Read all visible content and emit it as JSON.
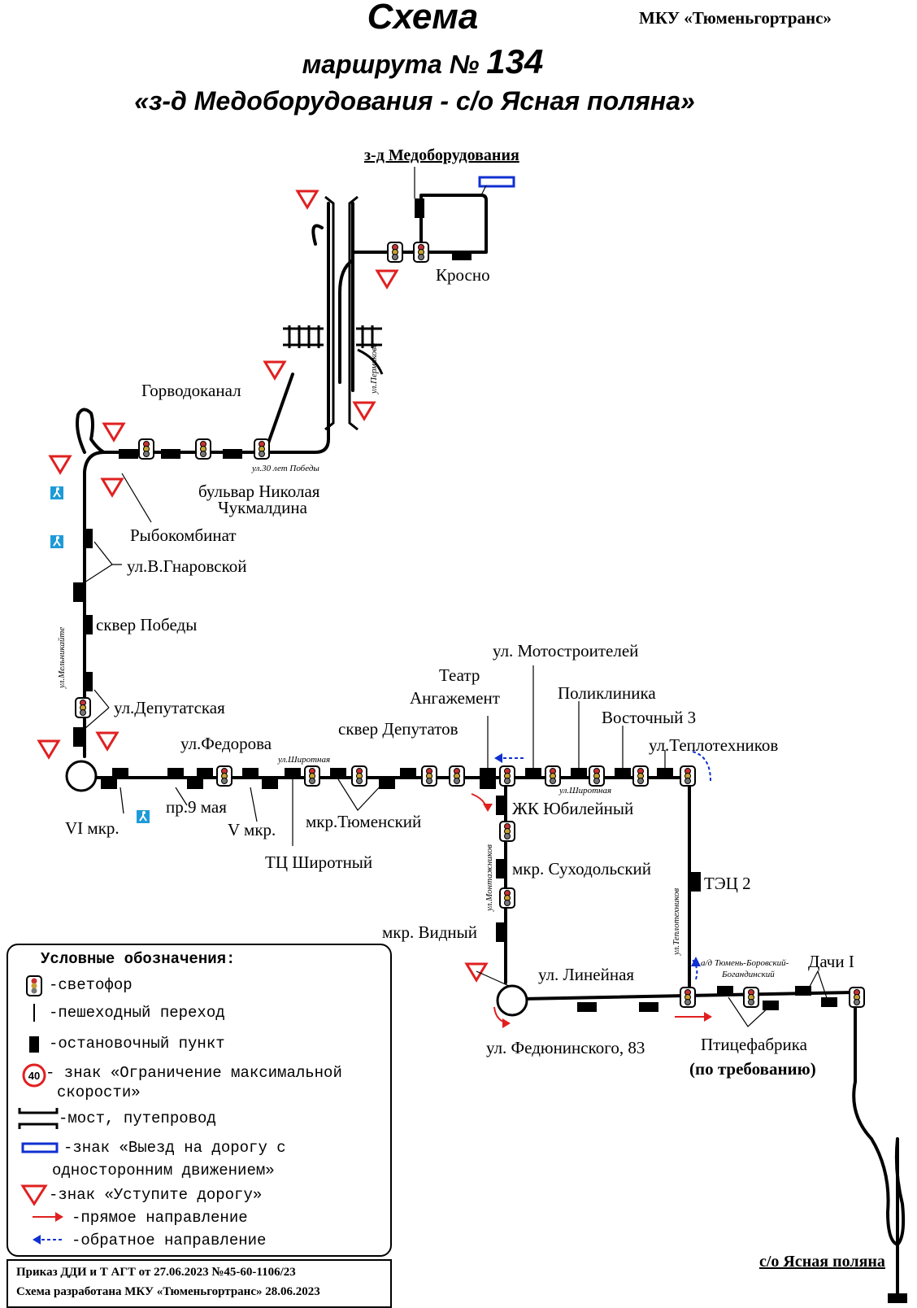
{
  "header": {
    "title_line1": "Схема",
    "title_line2_prefix": "маршрута №",
    "route_number": "134",
    "title_line3": "«з-д Медоборудования - с/о Ясная поляна»",
    "org": "МКУ «Тюменьгортранс»"
  },
  "terminals": {
    "start": "з-д Медоборудования",
    "end": "с/о Ясная поляна"
  },
  "stops": {
    "krosno": "Кросно",
    "gorvodokanal": "Горводоканал",
    "bulvar1": "бульвар Николая",
    "bulvar2": "Чукмалдина",
    "rybokombinat": "Рыбокомбинат",
    "gnarovskoy": "ул.В.Гнаровской",
    "skver_pobedy": "сквер Победы",
    "deputatskaya": "ул.Депутатская",
    "fedorova": "ул.Федорова",
    "vi_mkr": "VI мкр.",
    "pr9maya": "пр.9 мая",
    "v_mkr": "V мкр.",
    "tc_shirotny": "ТЦ Широтный",
    "mkr_tyumensky": "мкр.Тюменский",
    "skver_deputatov": "сквер Депутатов",
    "teatr1": "Театр",
    "teatr2": "Ангажемент",
    "motostroiteley": "ул. Мотостроителей",
    "poliklinika": "Поликлиника",
    "vostochny3": "Восточный 3",
    "teplotekhnikov": "ул.Теплотехников",
    "zhk_yubileyny": "ЖК Юбилейный",
    "sukhodolsky": "мкр. Суходольский",
    "vidny": "мкр. Видный",
    "tets2": "ТЭЦ 2",
    "lineynaya": "ул. Линейная",
    "fedyuninskogo": "ул. Федюнинского, 83",
    "dachi1": "Дачи I",
    "ptitsefabrika": "Птицефабрика",
    "po_trebovaniyu": "(по требованию)"
  },
  "streets": {
    "permyakova": "ул.Пермякова",
    "30_let_pobedy": "ул.30 лет Победы",
    "melnikaite": "ул.Мельникайте",
    "shirotnaya": "ул.Широтная",
    "montazhnikov": "ул.Монтажников",
    "teplotekhnikov_v": "ул.Теплотехников",
    "ad1": "а/д Тюмень-Боровский-",
    "ad2": "Богандинский"
  },
  "legend": {
    "title": "Условные обозначения:",
    "items": [
      {
        "icon": "traffic-light-icon",
        "text": "-светофор"
      },
      {
        "icon": "crosswalk-icon",
        "text": "-пешеходный переход"
      },
      {
        "icon": "bus-stop-icon",
        "text": "-остановочный пункт"
      },
      {
        "icon": "speed-limit-icon",
        "text": "- знак «Ограничение максимальной"
      },
      {
        "icon": "",
        "text": "скорости»"
      },
      {
        "icon": "bridge-icon",
        "text": "-мост, путепровод"
      },
      {
        "icon": "one-way-exit-icon",
        "text": "-знак «Выезд на дорогу с"
      },
      {
        "icon": "",
        "text": "односторонним движением»"
      },
      {
        "icon": "yield-sign-icon",
        "text": "-знак «Уступите дорогу»"
      },
      {
        "icon": "forward-arrow-icon",
        "text": "-прямое направление"
      },
      {
        "icon": "backward-arrow-icon",
        "text": "-обратное направление"
      }
    ],
    "speed_value": "40"
  },
  "footer": {
    "line1": "Приказ ДДИ и Т АГТ от 27.06.2023 №45-60-1106/23",
    "line2": "Схема разработана МКУ «Тюменьгортранс» 28.06.2023"
  },
  "colors": {
    "yield": "#e02020",
    "forward": "#e02020",
    "backward": "#1030d0",
    "pedestrian": "#1e9bd7",
    "traffic_light": "#c83232"
  }
}
